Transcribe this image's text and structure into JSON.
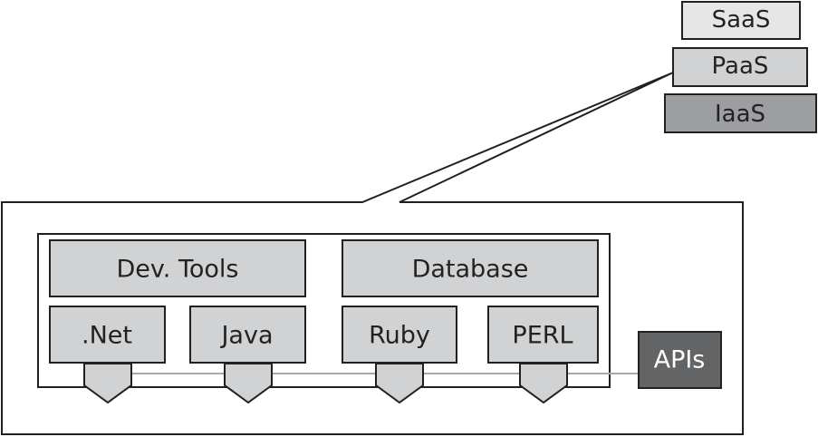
{
  "stack": {
    "saas": "SaaS",
    "paas": "PaaS",
    "iaas": "IaaS"
  },
  "platform": {
    "dev_tools": "Dev. Tools",
    "database": "Database",
    "languages": [
      ".Net",
      "Java",
      "Ruby",
      "PERL"
    ],
    "apis": "APIs"
  },
  "colors": {
    "saas_fill": "#e6e6e7",
    "paas_fill": "#d1d2d4",
    "iaas_fill": "#9d9ea1",
    "component_fill": "#d1d2d4",
    "apis_fill": "#636466",
    "bus_line": "#a7a9ac",
    "stroke": "#231f20"
  }
}
